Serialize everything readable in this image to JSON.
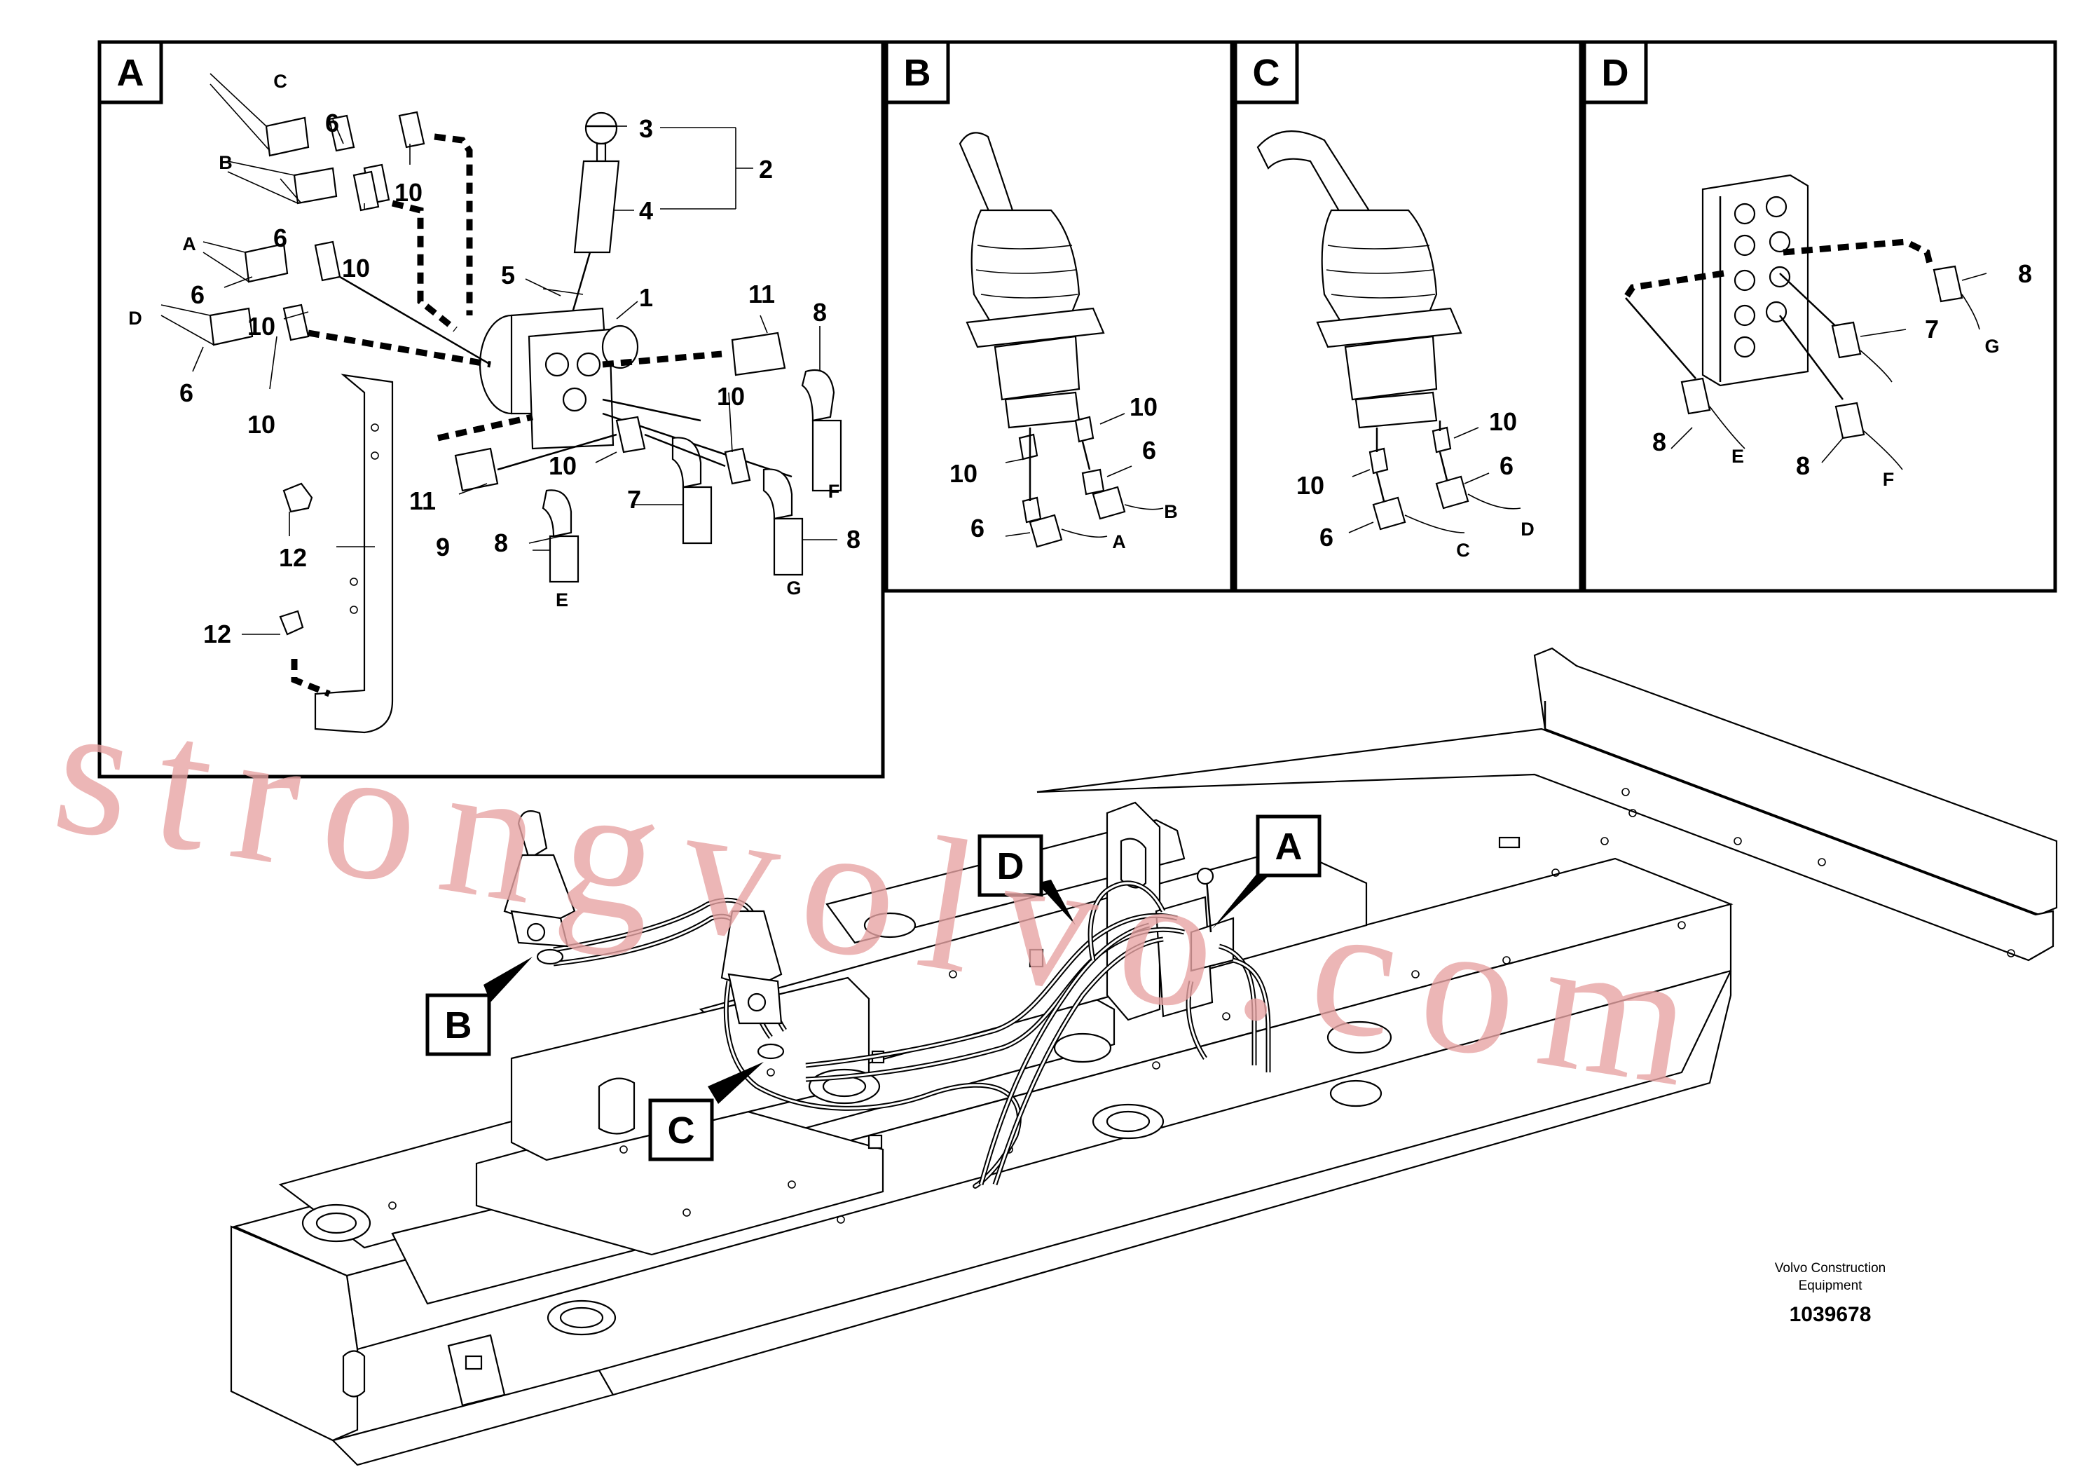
{
  "panels": {
    "a": "A",
    "b": "B",
    "c": "C",
    "d": "D"
  },
  "callouts": {
    "b": "B",
    "c": "C",
    "d": "D",
    "a": "A"
  },
  "part_numbers": {
    "n1": "1",
    "n2": "2",
    "n3": "3",
    "n4": "4",
    "n5": "5",
    "n6": "6",
    "n7": "7",
    "n8": "8",
    "n9": "9",
    "n10": "10",
    "n11": "11",
    "n12": "12"
  },
  "hose_letters": {
    "a": "A",
    "b": "B",
    "c": "C",
    "d": "D",
    "e": "E",
    "f": "F",
    "g": "G"
  },
  "watermark": "strongvolvo.com",
  "caption": {
    "line1": "Volvo Construction",
    "line2": "Equipment",
    "drawing_number": "1039678"
  }
}
